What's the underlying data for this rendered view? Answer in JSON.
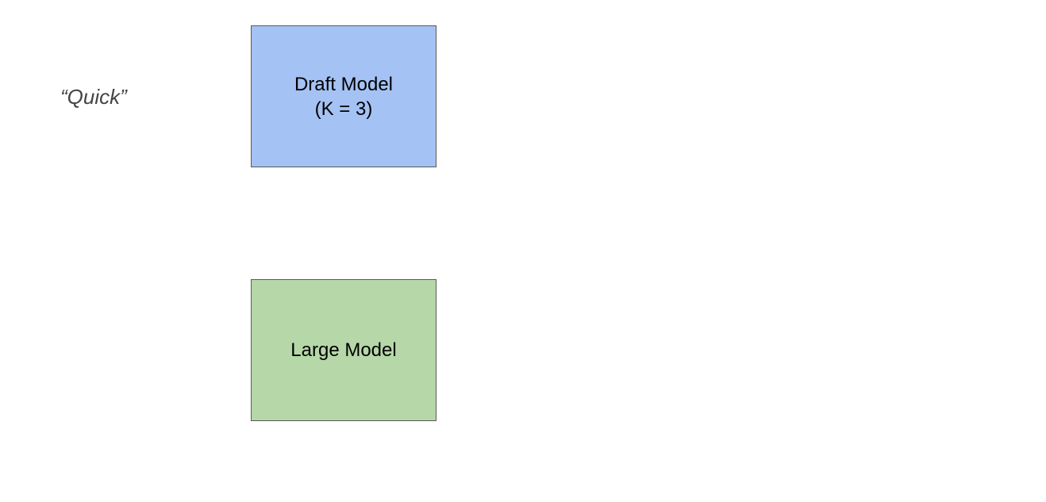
{
  "quote_label": "“Quick”",
  "draft_model": {
    "title": "Draft Model",
    "param": "(K = 3)",
    "fill_color": "#a4c2f4"
  },
  "large_model": {
    "title": "Large Model",
    "fill_color": "#b6d7a8"
  },
  "border_color": "#595959"
}
